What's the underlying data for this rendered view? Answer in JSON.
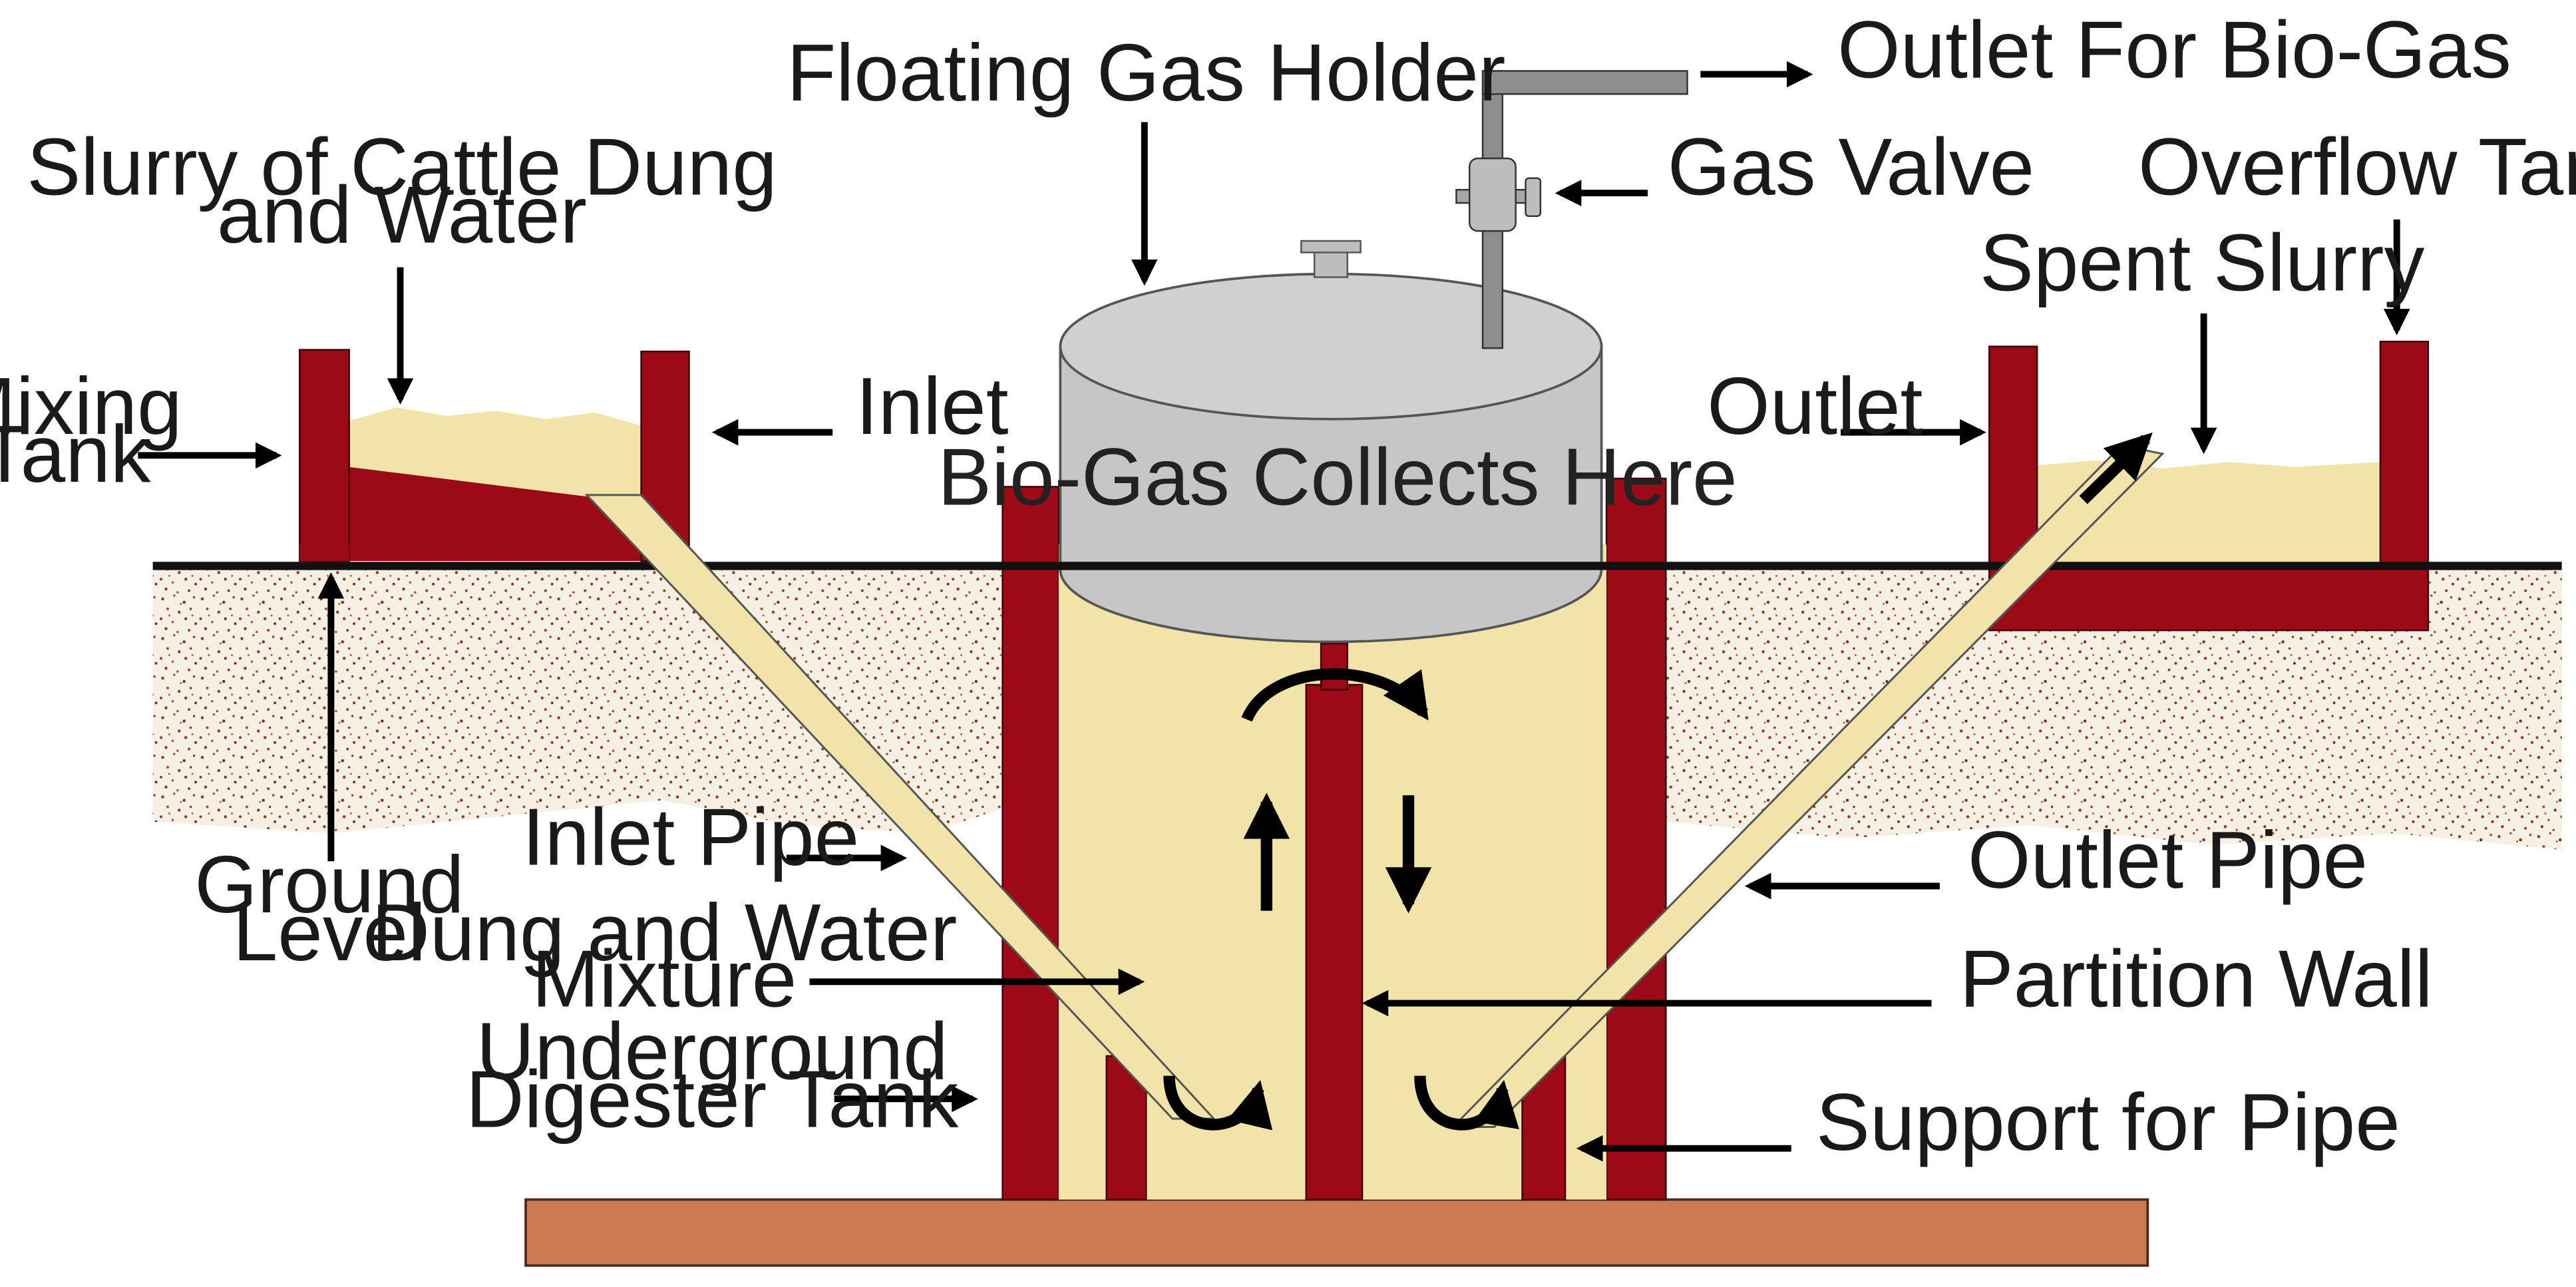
{
  "labels": {
    "floating_gas_holder": "Floating Gas Holder",
    "outlet_for_biogas": "Outlet For Bio-Gas",
    "gas_valve": "Gas Valve",
    "slurry_line1": "Slurry of Cattle Dung",
    "slurry_line2": "and Water",
    "overflow_tank": "Overflow Tank",
    "spent_slurry": "Spent Slurry",
    "mixing_line1": "Mixing",
    "mixing_line2": "Tank",
    "inlet": "Inlet",
    "outlet": "Outlet",
    "biogas_collects": "Bio-Gas Collects Here",
    "ground_line1": "Ground",
    "ground_line2": "Level",
    "inlet_pipe": "Inlet Pipe",
    "outlet_pipe": "Outlet Pipe",
    "dung_line1": "Dung and Water",
    "dung_line2": "Mixture",
    "partition_wall": "Partition Wall",
    "underground_line1": "Underground",
    "underground_line2": "Digester Tank",
    "support_for_pipe": "Support for Pipe"
  },
  "colors": {
    "wall": "#9c0a18",
    "slurry": "#f2e3a8",
    "gas_holder": "#c6c6c6",
    "base": "#cc7a52",
    "soil": "#8b3a1e",
    "soil_bg": "#f6efe4",
    "ground_line": "#111111"
  }
}
